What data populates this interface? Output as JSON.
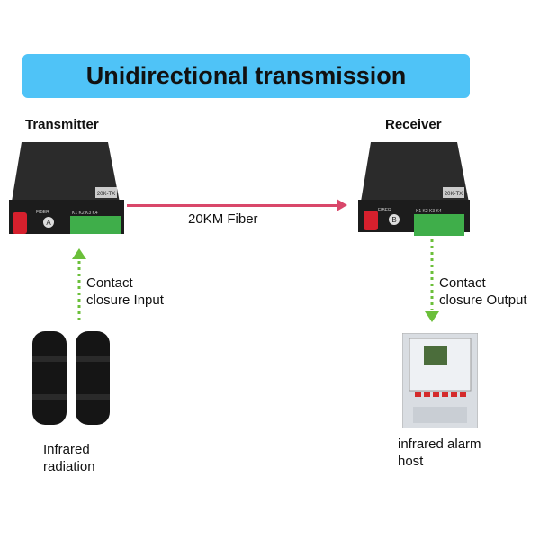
{
  "title": "Unidirectional transmission",
  "transmitter": {
    "label": "Transmitter",
    "port_label": "FIBER",
    "channel": "A",
    "terminals": "K1 K2 K3 K4",
    "model": "20K-TX"
  },
  "receiver": {
    "label": "Receiver",
    "port_label": "FIBER",
    "channel": "B",
    "terminals": "K1 K2 K3 K4",
    "model": "20K-TX"
  },
  "link": {
    "label": "20KM Fiber"
  },
  "input": {
    "line1": "Contact",
    "line2": "closure Input"
  },
  "output": {
    "line1": "Contact",
    "line2": "closure Output"
  },
  "sensor": {
    "line1": "Infrared",
    "line2": "radiation"
  },
  "host": {
    "line1": "infrared alarm",
    "line2": "host"
  },
  "colors": {
    "banner": "#4fc3f7",
    "fiber": "#d9476a",
    "signal": "#6bbf3a"
  }
}
